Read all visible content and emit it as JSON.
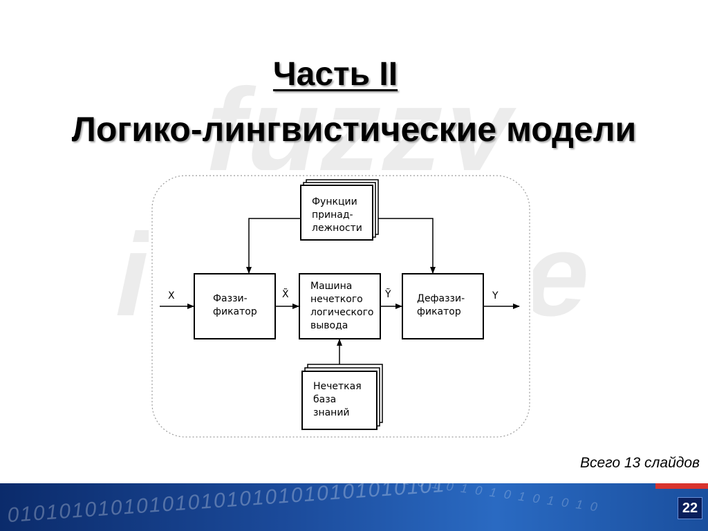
{
  "slide": {
    "part_title": "Часть II",
    "subtitle": "Логико-лингвистические модели",
    "total_slides": "Всего 13 слайдов",
    "page_number": "22"
  },
  "background": {
    "watermark_top": "fuzzy",
    "watermark_left": "i",
    "watermark_right": "e"
  },
  "footer": {
    "binary_text": "0101010101010101010101010101010101",
    "binary_text_2": "1 0 1 0 1 0 1 0 1 0 1 0 1 0 1 0"
  },
  "diagram": {
    "membership_box": [
      "Функции",
      "принад-",
      "лежности"
    ],
    "fuzzifier_box": [
      "Фаззи-",
      "фикатор"
    ],
    "inference_box": [
      "Машина",
      "нечеткого",
      "логического",
      "вывода"
    ],
    "defuzzifier_box": [
      "Дефаззи-",
      "фикатор"
    ],
    "knowledge_box": [
      "Нечеткая",
      "база",
      "знаний"
    ],
    "input_label": "X",
    "fuzzy_input_label": "X̃",
    "fuzzy_output_label": "Ỹ",
    "output_label": "Y"
  },
  "colors": {
    "footer_blue": "#1b4a9a",
    "footer_red": "#d8342e",
    "page_badge": "#0a1f5c"
  }
}
